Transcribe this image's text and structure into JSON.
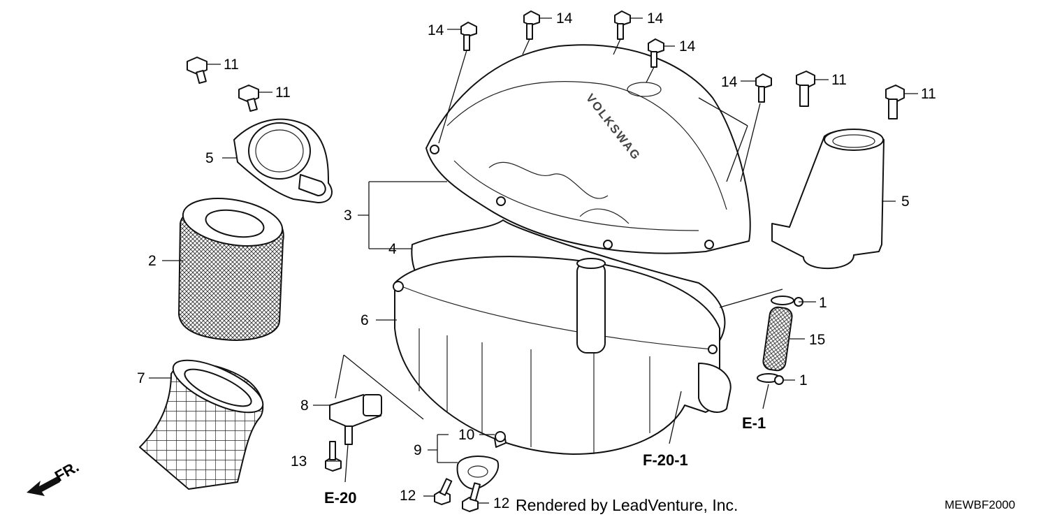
{
  "labels": {
    "p14a": "14",
    "p14b": "14",
    "p14c": "14",
    "p14d": "14",
    "p14e": "14",
    "p11a": "11",
    "p11b": "11",
    "p11c": "11",
    "p11d": "11",
    "p5a": "5",
    "p5b": "5",
    "p2": "2",
    "p3": "3",
    "p4": "4",
    "p6": "6",
    "p7": "7",
    "p8": "8",
    "p9": "9",
    "p10": "10",
    "p12a": "12",
    "p12b": "12",
    "p13": "13",
    "p1a": "1",
    "p1b": "1",
    "p15": "15"
  },
  "refs": {
    "e1": "E-1",
    "e20": "E-20",
    "f201": "F-20-1",
    "fr": "FR."
  },
  "footer": {
    "credit": "Rendered by LeadVenture, Inc.",
    "code": "MEWBF2000"
  }
}
